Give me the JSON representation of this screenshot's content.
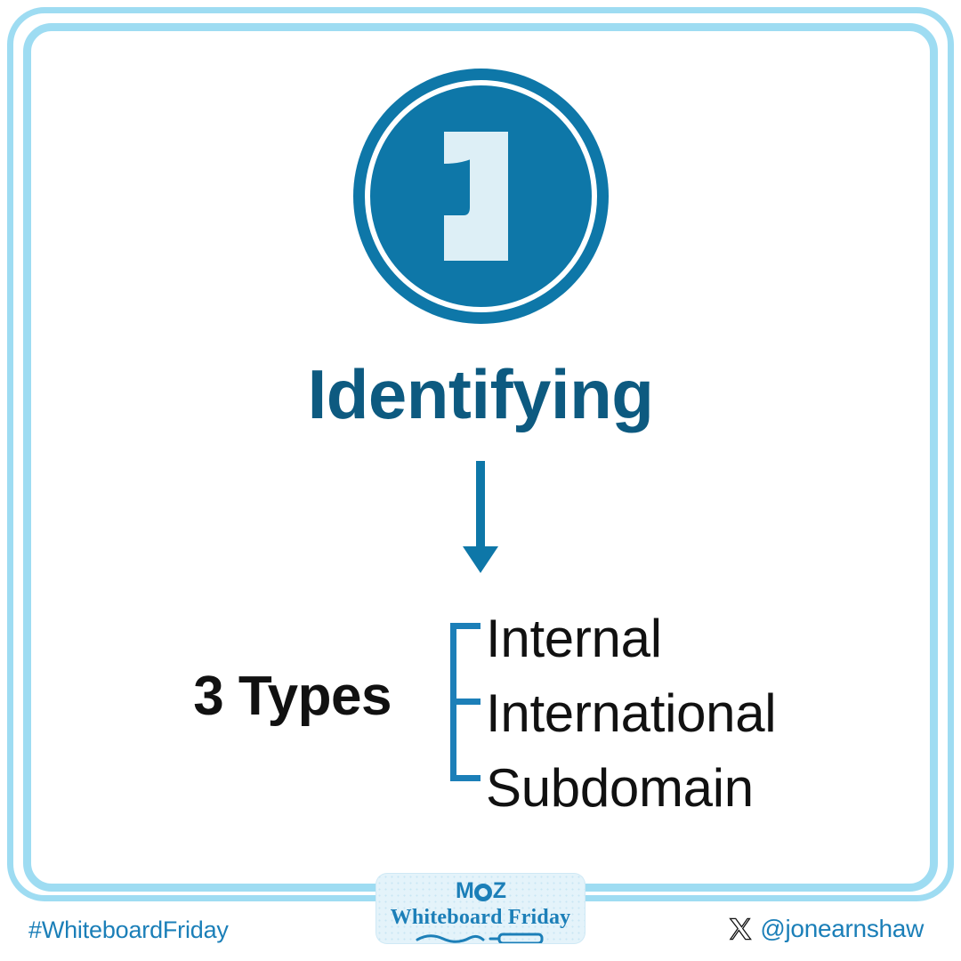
{
  "slide": {
    "step_number": "1",
    "title": "Identifying",
    "types_label": "3 Types",
    "types": [
      {
        "label": "Internal"
      },
      {
        "label": "International"
      },
      {
        "label": "Subdomain"
      }
    ]
  },
  "footer": {
    "hashtag": "#WhiteboardFriday",
    "handle": "@jonearnshaw",
    "brand": {
      "wordmark_left": "M",
      "wordmark_right": "Z",
      "subtitle": "Whiteboard Friday"
    }
  },
  "icons": {
    "badge_circle": "circle-badge-icon",
    "down_arrow": "down-arrow-icon",
    "bracket": "curly-bracket-icon",
    "marker": "marker-pen-icon",
    "x_logo": "x-twitter-logo-icon"
  },
  "colors": {
    "brand_blue": "#0e77a8",
    "title_blue": "#0d5a80",
    "frame_blue": "#9edcf2",
    "numeral_light": "#ddeff6",
    "link_blue": "#1b7fb8",
    "text_black": "#111111",
    "badge_bg": "#e4f3fa"
  }
}
